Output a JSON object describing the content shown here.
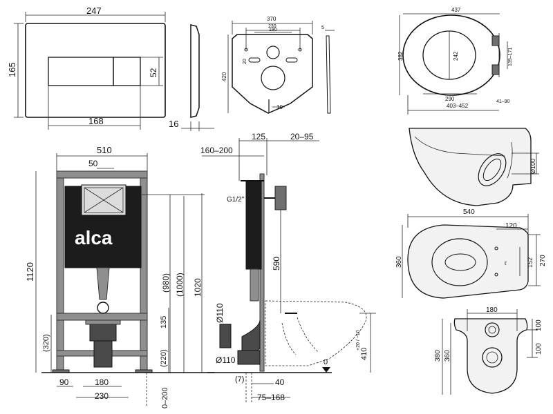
{
  "logo": {
    "text": "alca"
  },
  "flush_plate": {
    "width": "247",
    "height": "165",
    "button_width": "168",
    "button_height": "52",
    "depth": "16"
  },
  "bracket": {
    "width": "370",
    "hole_spacing": "230",
    "slot_spacing": "180",
    "height": "420",
    "slot_height": "20",
    "bottom_gap": "10",
    "thickness": "5"
  },
  "seat_top": {
    "width": "437",
    "depth": "382",
    "inner": "242",
    "hinge": "139–171",
    "span": "290",
    "range": "403–452",
    "offset": "41–90"
  },
  "bowl_side": {
    "outlet": "Ø100"
  },
  "bowl_top": {
    "length": "540",
    "width": "360",
    "rear": "120",
    "holes": "270",
    "holes_inner": "152"
  },
  "bowl_bottom": {
    "width": "180",
    "h1": "380",
    "h2": "360",
    "d1": "100",
    "d2": "100"
  },
  "frame_front": {
    "width": "510",
    "offset_top": "50",
    "height_total": "1120",
    "h_980": "(980)",
    "h_1000": "(1000)",
    "h_1020": "1020",
    "h_320": "(320)",
    "h_220": "(220)",
    "h_135": "135",
    "foot": "90",
    "inner_180": "180",
    "inner_230": "230",
    "range_0_200": "0–200"
  },
  "frame_side": {
    "top_range": "160–200",
    "depth_125": "125",
    "range_20_95": "20–95",
    "thread": "G1/2\"",
    "pipe_top": "Ø110",
    "pipe_bottom": "Ø110",
    "h_590": "590",
    "h_410": "410",
    "tolerance": "+20 / −10",
    "zero": "0",
    "gap_7": "(7)",
    "gap_40": "40",
    "range_75_168": "75–168"
  }
}
